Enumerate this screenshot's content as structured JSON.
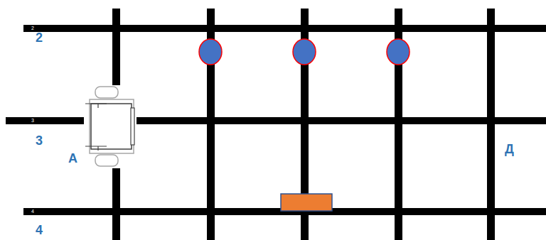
{
  "diagram": {
    "labels": [
      "2",
      "2",
      "3",
      "3",
      "А",
      "Д",
      "4",
      "4"
    ]
  }
}
